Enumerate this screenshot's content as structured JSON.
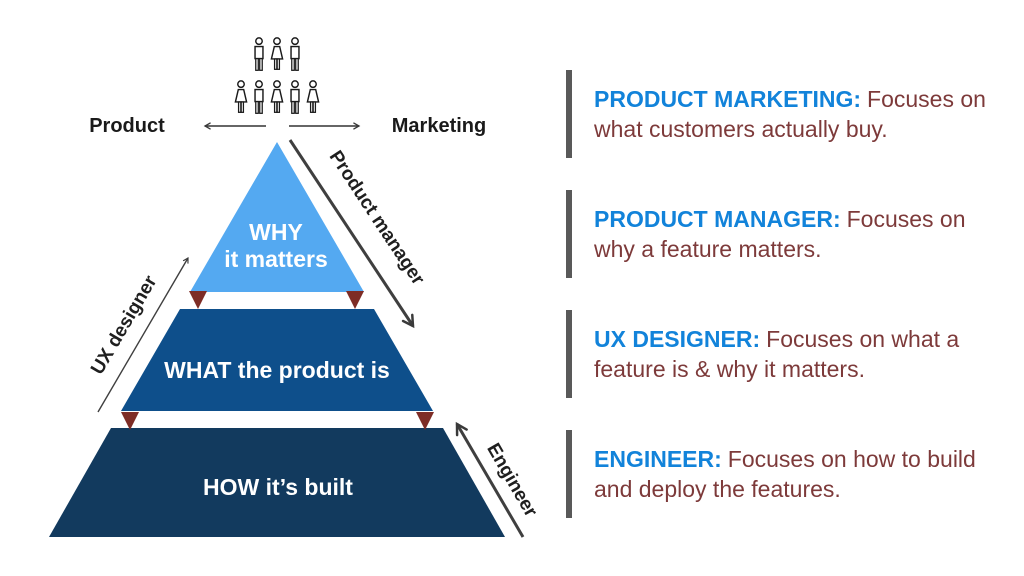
{
  "header": {
    "left_label": "Product",
    "right_label": "Marketing"
  },
  "people_group": {
    "icon": "people-group-icon",
    "rows": [
      3,
      5
    ]
  },
  "pyramid": {
    "levels": [
      {
        "name": "why",
        "line1": "WHY",
        "line2": "it matters",
        "color": "#54A9F1"
      },
      {
        "name": "what",
        "label": "WHAT the product is",
        "color": "#0E4F8B"
      },
      {
        "name": "how",
        "label": "HOW it’s built",
        "color": "#123A5E"
      }
    ],
    "marker_color": "#7E2D26",
    "roles": {
      "product_manager": "Product manager",
      "ux_designer": "UX designer",
      "engineer": "Engineer"
    }
  },
  "legend": {
    "bar_color": "#595959",
    "title_color": "#1283DA",
    "body_color": "#7D3A3A",
    "entries": [
      {
        "title": "PRODUCT MARKETING:",
        "description": "Focuses on what customers actually buy."
      },
      {
        "title": "PRODUCT MANAGER:",
        "description": "Focuses on why a feature matters."
      },
      {
        "title": "UX DESIGNER:",
        "description": "Focuses on what a feature is & why it matters."
      },
      {
        "title": "ENGINEER:",
        "description": "Focuses on how to build and deploy the features."
      }
    ]
  }
}
